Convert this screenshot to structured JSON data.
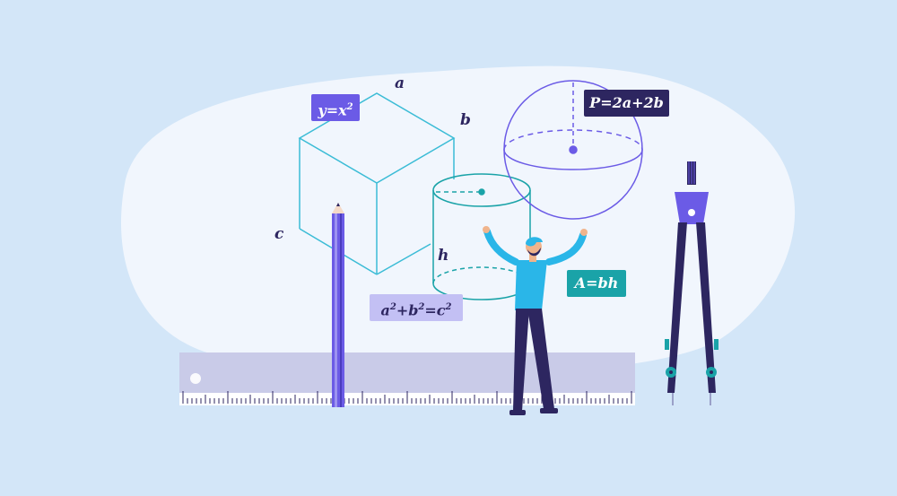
{
  "labels": {
    "a": "a",
    "b": "b",
    "c": "c",
    "h": "h"
  },
  "formulas": {
    "parabola": {
      "text": "y=x",
      "exp": "2"
    },
    "perimeter": "P=2a+2b",
    "area": "A=bh",
    "pythagoras": {
      "a": "a",
      "b": "b",
      "c": "c",
      "exp": "2"
    }
  },
  "colors": {
    "background": "#d3e6f8",
    "blob": "#f1f6fd",
    "cube_stroke": "#3bbcd6",
    "sphere_stroke": "#6b5be6",
    "navy": "#2d2660",
    "teal": "#1aa3a8",
    "purple_tag": "#6b5be6",
    "lavender_tag": "#c3c0f4",
    "person_shirt": "#2ab6e8",
    "ruler": "#c9cbe8"
  },
  "icons": [
    "cube-icon",
    "cylinder-icon",
    "sphere-icon",
    "pencil-icon",
    "ruler-icon",
    "compass-icon",
    "person-figure"
  ]
}
